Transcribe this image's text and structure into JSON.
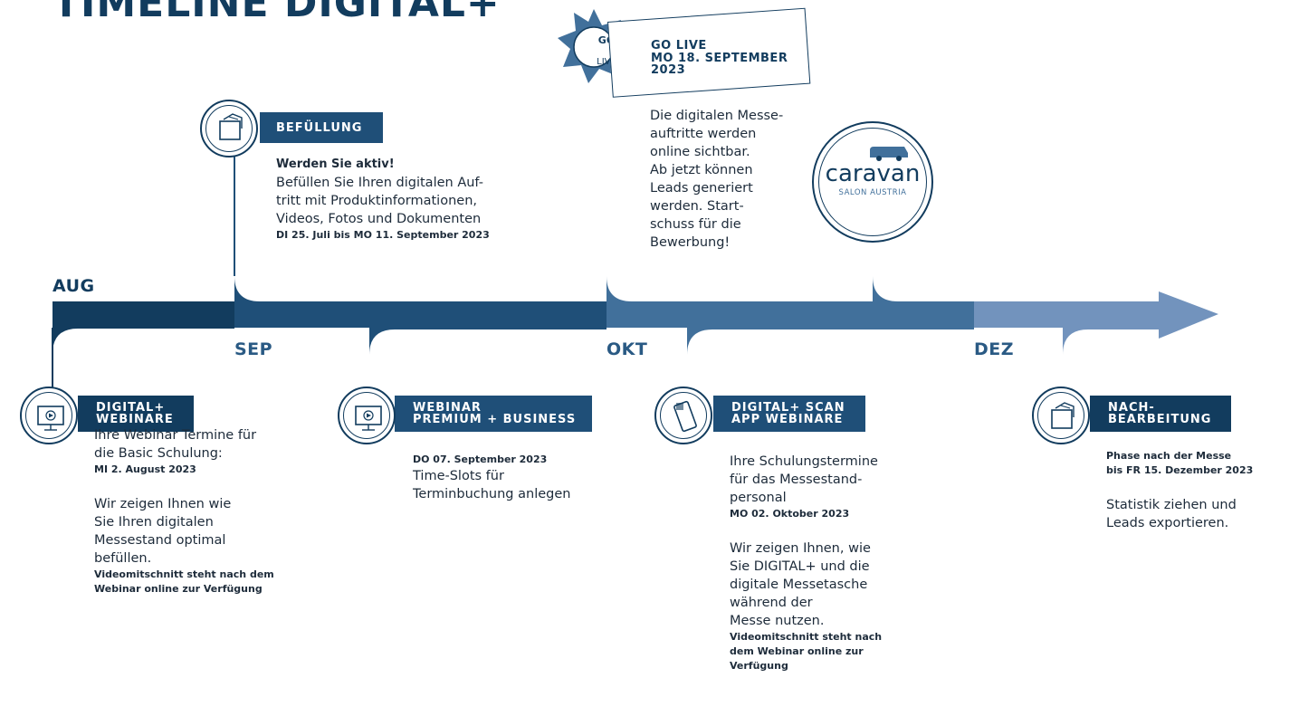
{
  "title": "TIMELINE DIGITAL+",
  "months": [
    "AUG",
    "SEP",
    "OKT",
    "DEZ"
  ],
  "colors": {
    "dark_blue": "#123c5e",
    "mid_blue": "#1f4f78",
    "steel_blue": "#41709b",
    "light_blue": "#7293bd"
  },
  "events": {
    "befuellung": {
      "icon": "folder-icon",
      "label": [
        "BEFÜLLUNG"
      ],
      "heading": "Werden Sie aktiv!",
      "text": [
        "Befüllen Sie Ihren digitalen Auf-",
        "tritt mit Produktinformationen,",
        "Videos, Fotos und Dokumenten"
      ],
      "date": "DI 25. Juli bis MO 11. September 2023"
    },
    "golive": {
      "badge_top": "GO",
      "badge_bottom": "LIVE",
      "label": [
        "GO LIVE",
        "MO 18. SEPTEMBER",
        "2023"
      ],
      "text": [
        "Die digitalen Messe-",
        "auftritte werden",
        "online sichtbar.",
        "Ab jetzt können",
        "Leads generiert",
        "werden. Start-",
        "schuss für die",
        "Bewerbung!"
      ]
    },
    "caravan": {
      "logo_word": "caravan",
      "logo_sub": "SALON AUSTRIA"
    },
    "digital_webinare": {
      "icon": "monitor-play-icon",
      "label": [
        "DIGITAL+",
        "WEBINARE"
      ],
      "text1": [
        "Ihre Webinar Termine für",
        "die Basic Schulung:"
      ],
      "date": "MI  2. August 2023",
      "text2": [
        "Wir zeigen Ihnen wie",
        "Sie Ihren digitalen",
        "Messestand optimal",
        "befüllen."
      ],
      "note": [
        "Videomitschnitt steht nach dem",
        "Webinar online zur Verfügung"
      ]
    },
    "webinar_premium": {
      "icon": "monitor-play-icon",
      "label": [
        "WEBINAR",
        "PREMIUM + BUSINESS"
      ],
      "date": "DO 07. September 2023",
      "text": [
        "Time-Slots für",
        "Terminbuchung anlegen"
      ]
    },
    "scan_app": {
      "icon": "phone-scan-icon",
      "label": [
        "DIGITAL+ SCAN",
        "APP WEBINARE"
      ],
      "text1": [
        "Ihre Schulungstermine",
        "für das Messestand-",
        "personal"
      ],
      "date": "MO 02. Oktober 2023",
      "text2": [
        "Wir zeigen Ihnen, wie",
        "Sie DIGITAL+ und die",
        "digitale Messetasche",
        "während der",
        "Messe nutzen."
      ],
      "note": [
        "Videomitschnitt steht nach",
        "dem Webinar online zur",
        "Verfügung"
      ]
    },
    "nachbearbeitung": {
      "icon": "folder-icon",
      "label": [
        "NACH-",
        "BEARBEITUNG"
      ],
      "date": [
        "Phase nach der Messe",
        "bis FR 15. Dezember 2023"
      ],
      "text": [
        "Statistik ziehen und",
        "Leads exportieren."
      ]
    }
  }
}
